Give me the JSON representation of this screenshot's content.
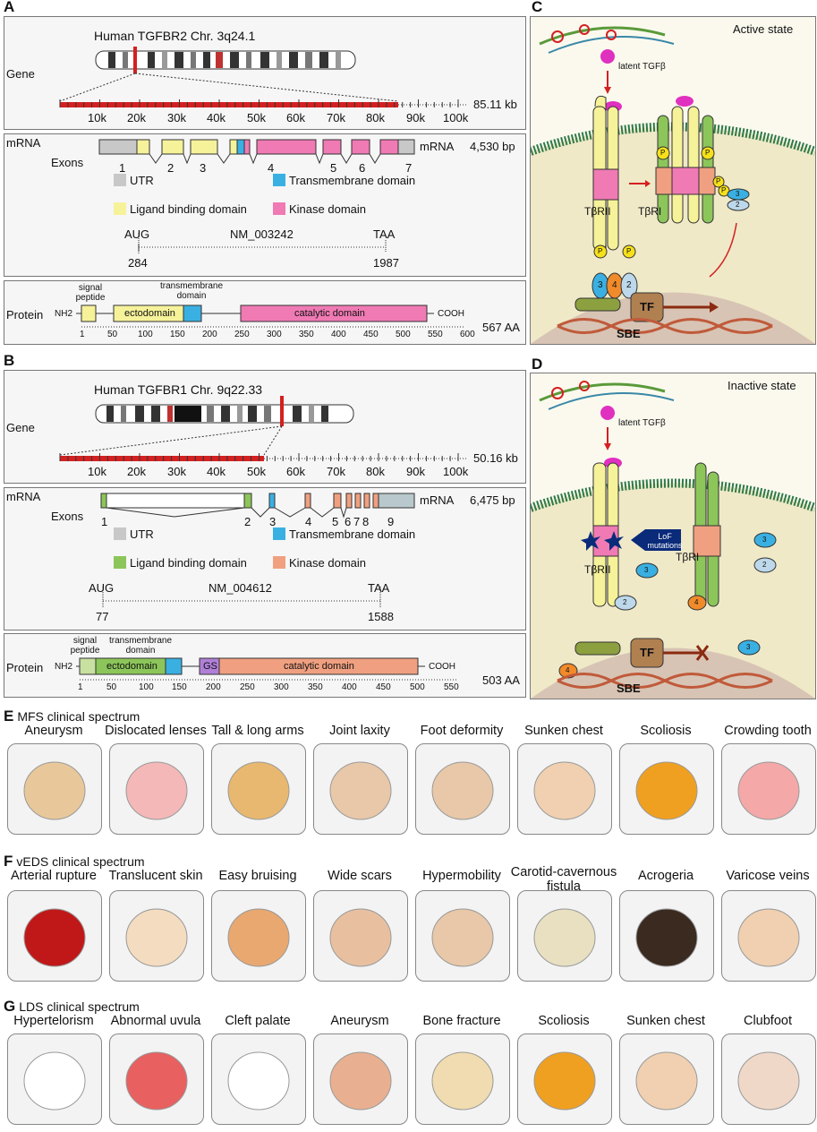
{
  "panelA": {
    "letter": "A",
    "gene_title": "Human TGFBR2 Chr. 3q24.1",
    "gene_label": "Gene",
    "gene_size": "85.11 kb",
    "scale_ticks": [
      "10k",
      "20k",
      "30k",
      "40k",
      "50k",
      "60k",
      "70k",
      "80k",
      "90k",
      "100k"
    ],
    "mrna_label": "mRNA",
    "mrna_size_label": "mRNA",
    "mrna_size": "4,530 bp",
    "exons_label": "Exons",
    "exon_numbers": [
      "1",
      "2",
      "3",
      "4",
      "5",
      "6",
      "7"
    ],
    "legend": {
      "utr": "UTR",
      "ligand": "Ligand binding domain",
      "tm": "Transmembrane domain",
      "kinase": "Kinase domain"
    },
    "aug": "AUG",
    "taa": "TAA",
    "accession": "NM_003242",
    "start_pos": "284",
    "end_pos": "1987",
    "protein_label": "Protein",
    "nh2": "NH2",
    "cooh": "COOH",
    "signal_peptide": "signal peptide",
    "tm_domain": "transmembrane domain",
    "ectodomain": "ectodomain",
    "catalytic": "catalytic domain",
    "protein_size": "567 AA",
    "protein_ticks": [
      "1",
      "50",
      "100",
      "150",
      "200",
      "250",
      "300",
      "350",
      "400",
      "450",
      "500",
      "550",
      "600"
    ]
  },
  "panelB": {
    "letter": "B",
    "gene_title": "Human TGFBR1 Chr. 9q22.33",
    "gene_label": "Gene",
    "gene_size": "50.16 kb",
    "scale_ticks": [
      "10k",
      "20k",
      "30k",
      "40k",
      "50k",
      "60k",
      "70k",
      "80k",
      "90k",
      "100k"
    ],
    "mrna_label": "mRNA",
    "mrna_size_label": "mRNA",
    "mrna_size": "6,475 bp",
    "exons_label": "Exons",
    "exon_numbers": [
      "1",
      "2",
      "3",
      "4",
      "5",
      "6",
      "7",
      "8",
      "9"
    ],
    "legend": {
      "utr": "UTR",
      "ligand": "Ligand binding domain",
      "tm": "Transmembrane domain",
      "kinase": "Kinase domain"
    },
    "aug": "AUG",
    "taa": "TAA",
    "accession": "NM_004612",
    "start_pos": "77",
    "end_pos": "1588",
    "protein_label": "Protein",
    "nh2": "NH2",
    "cooh": "COOH",
    "signal_peptide": "signal peptide",
    "tm_domain": "transmembrane domain",
    "ectodomain": "ectodomain",
    "gs": "GS",
    "catalytic": "catalytic domain",
    "protein_size": "503 AA",
    "protein_ticks": [
      "1",
      "50",
      "100",
      "150",
      "200",
      "250",
      "300",
      "350",
      "400",
      "450",
      "500",
      "550"
    ]
  },
  "panelC": {
    "letter": "C",
    "state": "Active state",
    "latent": "latent TGFβ",
    "tbr2": "TβRII",
    "tbr1": "TβRI",
    "p": "P",
    "smad_nums": [
      "3",
      "2",
      "3",
      "4",
      "2"
    ],
    "tf": "TF",
    "sbe": "SBE"
  },
  "panelD": {
    "letter": "D",
    "state": "Inactive state",
    "latent": "latent TGFβ",
    "tbr2": "TβRII",
    "tbr1": "TβRI",
    "lof": "LoF mutations",
    "smad_nums": [
      "3",
      "2",
      "3",
      "2",
      "4",
      "4",
      "3"
    ],
    "tf": "TF",
    "sbe": "SBE"
  },
  "sectionE": {
    "letter": "E",
    "title": "MFS clinical spectrum",
    "items": [
      "Aneurysm",
      "Dislocated lenses",
      "Tall & long arms",
      "Joint laxity",
      "Foot deformity",
      "Sunken chest",
      "Scoliosis",
      "Crowding tooth"
    ]
  },
  "sectionF": {
    "letter": "F",
    "title": "vEDS clinical spectrum",
    "items": [
      "Arterial rupture",
      "Translucent skin",
      "Easy bruising",
      "Wide scars",
      "Hypermobility",
      "Carotid-cavernous fistula",
      "Acrogeria",
      "Varicose veins"
    ]
  },
  "sectionG": {
    "letter": "G",
    "title": "LDS clinical spectrum",
    "items": [
      "Hypertelorism",
      "Abnormal uvula",
      "Cleft palate",
      "Aneurysm",
      "Bone fracture",
      "Scoliosis",
      "Sunken chest",
      "Clubfoot"
    ]
  },
  "colors": {
    "utr": "#c8c8c8",
    "ligand_a": "#f6f29a",
    "ligand_b": "#8cc65a",
    "tm": "#3ab0e2",
    "kinase_a": "#f07ab4",
    "kinase_b": "#f0a080",
    "gene_red": "#d42020",
    "membrane": "#2f7a48",
    "cell": "#efe9c8"
  }
}
